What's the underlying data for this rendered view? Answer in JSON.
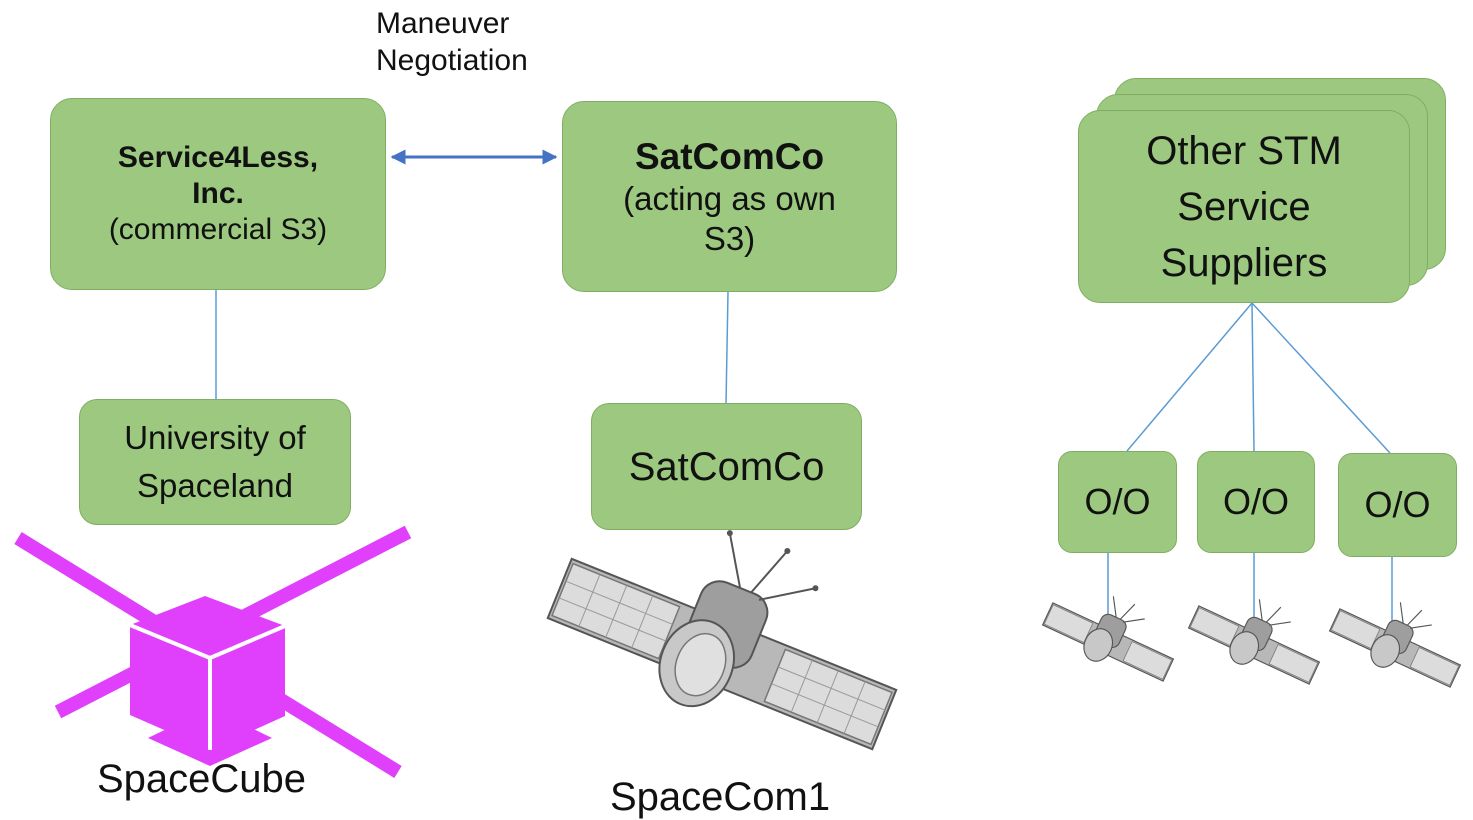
{
  "negotiation": {
    "line1": "Maneuver",
    "line2": "Negotiation"
  },
  "service4less": {
    "name_line1": "Service4Less,",
    "name_line2": "Inc.",
    "role": "(commercial S3)"
  },
  "satcomco_s3": {
    "name": "SatComCo",
    "role_line1": "(acting as own",
    "role_line2": "S3)"
  },
  "other_stm": {
    "line1": "Other STM",
    "line2": "Service",
    "line3": "Suppliers"
  },
  "university": {
    "line1": "University of",
    "line2": "Spaceland"
  },
  "satcomco_operator": {
    "label": "SatComCo"
  },
  "oo_boxes": [
    {
      "label": "O/O"
    },
    {
      "label": "O/O"
    },
    {
      "label": "O/O"
    }
  ],
  "spacecube": {
    "label": "SpaceCube"
  },
  "spacecom1": {
    "label": "SpaceCom1"
  },
  "colors": {
    "box_fill": "#9cc97f",
    "box_border": "#7fae62",
    "link": "#5b9bd5",
    "arrow": "#4472c4",
    "cubesat": "#e040fb"
  }
}
